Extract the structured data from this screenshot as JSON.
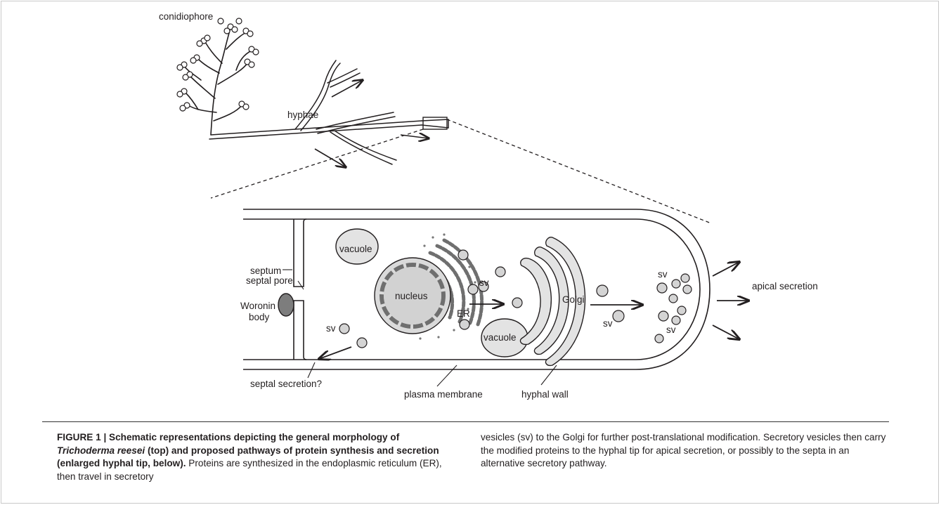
{
  "figure": {
    "labels": {
      "conidiophore": "conidiophore",
      "hyphae": "hyphae",
      "septum": "septum",
      "septal_pore": "septal pore",
      "woronin_body": [
        "Woronin",
        "body"
      ],
      "vacuole": "vacuole",
      "nucleus": "nucleus",
      "er": "ER",
      "golgi": "Golgi",
      "sv": "sv",
      "apical_secretion": "apical secretion",
      "septal_secretion": "septal secretion?",
      "plasma_membrane": "plasma membrane",
      "hyphal_wall": "hyphal wall"
    }
  },
  "caption": {
    "title_prefix": "FIGURE 1 | Schematic representations depicting the general morphology of ",
    "species": "Trichoderma reesei",
    "title_suffix": " (top) and proposed pathways of protein synthesis and secretion (enlarged hyphal tip, below).",
    "text_left": " Proteins are synthesized in the endoplasmic reticulum (ER), then travel in secretory",
    "text_right": "vesicles (sv) to the Golgi for further post-translational modification. Secretory vesicles then carry the modified proteins to the hyphal tip for apical secretion, or possibly to the septa in an alternative secretory pathway."
  }
}
